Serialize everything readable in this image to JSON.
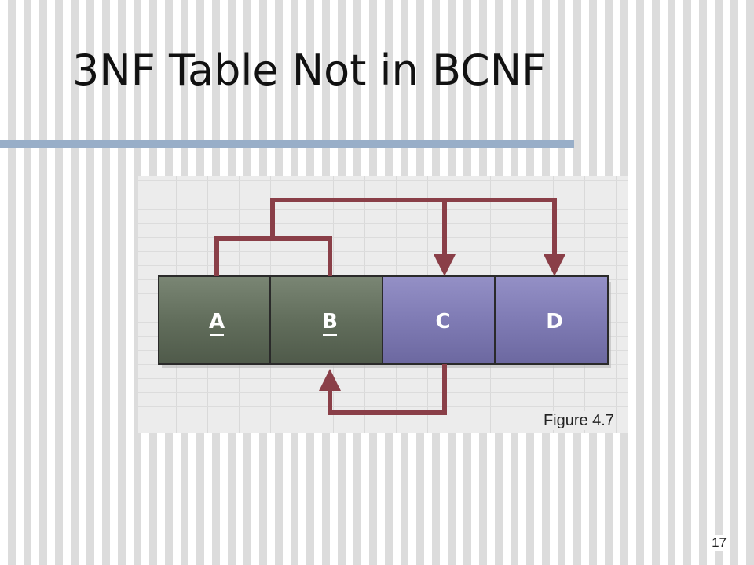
{
  "slide": {
    "title": "3NF Table Not in BCNF",
    "page_number": "17"
  },
  "figure": {
    "caption": "Figure 4.7",
    "attributes": [
      {
        "label": "A",
        "underlined": true,
        "role": "key"
      },
      {
        "label": "B",
        "underlined": true,
        "role": "key"
      },
      {
        "label": "C",
        "underlined": false,
        "role": "non-key"
      },
      {
        "label": "D",
        "underlined": false,
        "role": "non-key"
      }
    ],
    "dependencies": [
      {
        "from": [
          "A",
          "B"
        ],
        "to": [
          "C",
          "D"
        ]
      },
      {
        "from": [
          "C"
        ],
        "to": [
          "B"
        ]
      }
    ],
    "colors": {
      "key_cell": "#626e5c",
      "non_key_cell": "#7f7bb4",
      "arrow": "#8a3f48",
      "cell_text": "#ffffff",
      "title_rule": "#98aec8"
    }
  }
}
